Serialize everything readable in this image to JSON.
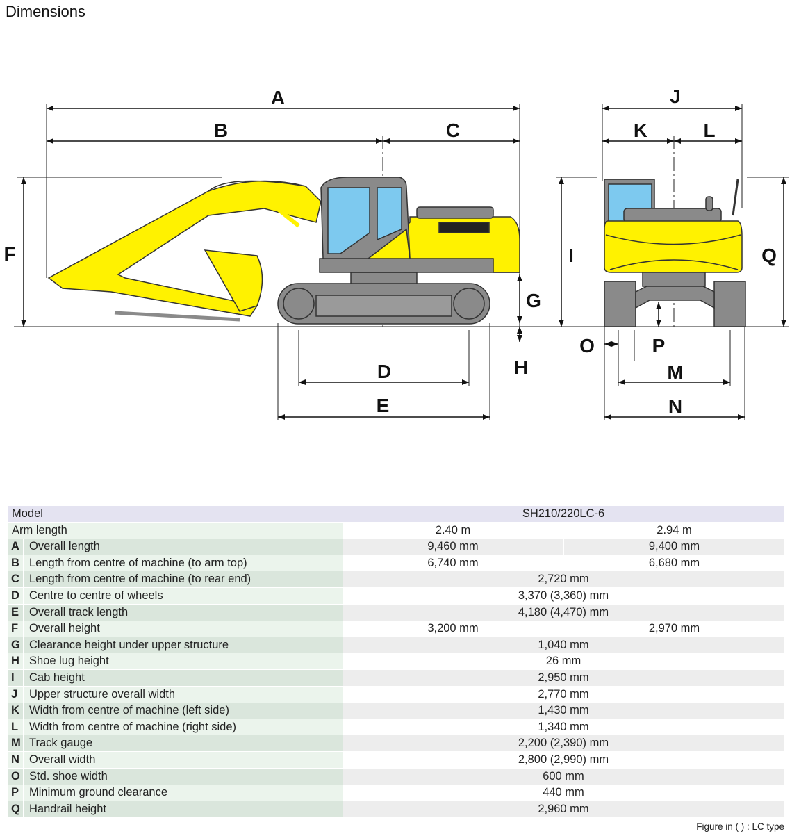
{
  "title": "Dimensions",
  "dimension_labels": {
    "A": "A",
    "B": "B",
    "C": "C",
    "D": "D",
    "E": "E",
    "F": "F",
    "G": "G",
    "H": "H",
    "I": "I",
    "J": "J",
    "K": "K",
    "L": "L",
    "M": "M",
    "N": "N",
    "O": "O",
    "P": "P",
    "Q": "Q"
  },
  "colors": {
    "body": "#fff200",
    "frame": "#8a8a8a",
    "glass": "#7dc9ef",
    "header_bg": "#e4e3f1",
    "label_bg_a": "#ebf4ec",
    "label_bg_b": "#dae6dc",
    "value_bg_b": "#ededed"
  },
  "table": {
    "header": {
      "label": "Model",
      "value": "SH210/220LC-6"
    },
    "arm": {
      "label": "Arm length",
      "values": [
        "2.40 m",
        "2.94 m"
      ]
    },
    "rows": [
      {
        "letter": "A",
        "label": "Overall length",
        "values": [
          "9,460 mm",
          "9,400 mm"
        ]
      },
      {
        "letter": "B",
        "label": "Length from centre of machine (to arm top)",
        "values": [
          "6,740 mm",
          "6,680 mm"
        ]
      },
      {
        "letter": "C",
        "label": "Length from centre of machine (to rear end)",
        "values": [
          "2,720 mm"
        ]
      },
      {
        "letter": "D",
        "label": "Centre to centre of wheels",
        "values": [
          "3,370 (3,360) mm"
        ]
      },
      {
        "letter": "E",
        "label": "Overall track length",
        "values": [
          "4,180 (4,470) mm"
        ]
      },
      {
        "letter": "F",
        "label": "Overall height",
        "values": [
          "3,200 mm",
          "2,970 mm"
        ]
      },
      {
        "letter": "G",
        "label": "Clearance height under upper structure",
        "values": [
          "1,040 mm"
        ]
      },
      {
        "letter": "H",
        "label": "Shoe lug height",
        "values": [
          "26 mm"
        ]
      },
      {
        "letter": "I",
        "label": "Cab height",
        "values": [
          "2,950 mm"
        ]
      },
      {
        "letter": "J",
        "label": "Upper structure overall width",
        "values": [
          "2,770 mm"
        ]
      },
      {
        "letter": "K",
        "label": "Width from centre of machine (left side)",
        "values": [
          "1,430 mm"
        ]
      },
      {
        "letter": "L",
        "label": "Width from centre of machine (right side)",
        "values": [
          "1,340 mm"
        ]
      },
      {
        "letter": "M",
        "label": "Track gauge",
        "values": [
          "2,200 (2,390) mm"
        ]
      },
      {
        "letter": "N",
        "label": "Overall width",
        "values": [
          "2,800 (2,990) mm"
        ]
      },
      {
        "letter": "O",
        "label": "Std. shoe width",
        "values": [
          "600 mm"
        ]
      },
      {
        "letter": "P",
        "label": "Minimum ground clearance",
        "values": [
          "440 mm"
        ]
      },
      {
        "letter": "Q",
        "label": "Handrail height",
        "values": [
          "2,960 mm"
        ]
      }
    ]
  },
  "note": "Figure in (    ) : LC type"
}
